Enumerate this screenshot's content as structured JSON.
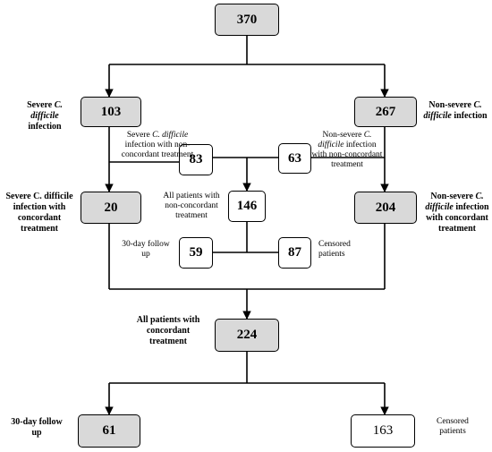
{
  "boxes": {
    "total": "370",
    "severe": "103",
    "non_severe": "267",
    "severe_nonconcordant": "83",
    "nonsevere_nonconcordant": "63",
    "severe_concordant": "20",
    "all_nonconcordant": "146",
    "nonsevere_concordant": "204",
    "nonconcordant_followup": "59",
    "nonconcordant_censored": "87",
    "all_concordant": "224",
    "concordant_followup": "61",
    "concordant_censored": "163"
  },
  "labels": {
    "severe": {
      "pre": "Severe ",
      "italic": "C. difficile",
      "post": " infection"
    },
    "non_severe": {
      "pre": "Non-severe ",
      "italic": "C. difficile",
      "post": " infection"
    },
    "severe_nonconcordant": {
      "pre": "Severe ",
      "italic": "C. difficile",
      "post": " infection with non-concordant treatment"
    },
    "nonsevere_nonconcordant": {
      "pre": "Non-severe ",
      "italic": "C. difficile",
      "post": " infection with non-concordant treatment"
    },
    "severe_concordant": "Severe C. difficile infection with concordant treatment",
    "nonsevere_concordant": {
      "pre": "Non-severe ",
      "italic": "C. difficile",
      "post": " infection with concordant treatment"
    },
    "all_nonconcordant": "All patients with non-concordant treatment",
    "nonconcordant_followup": "30-day follow up",
    "nonconcordant_censored": "Censored patients",
    "all_concordant": "All patients with concordant treatment",
    "concordant_followup": "30-day follow up",
    "concordant_censored": "Censored patients"
  },
  "colors": {
    "grey_box": "#d9d9d9",
    "white_box": "#ffffff",
    "line": "#000000"
  }
}
